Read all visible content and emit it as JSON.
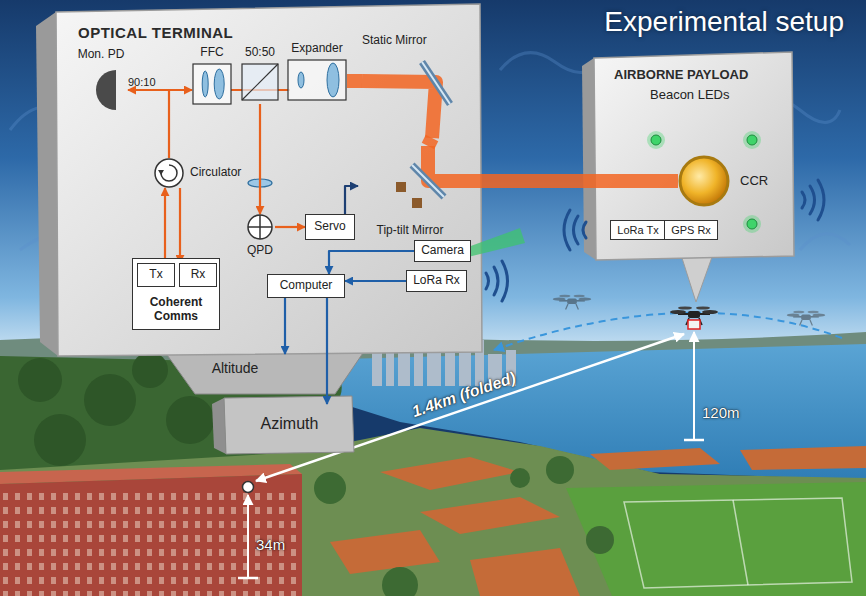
{
  "diagram": {
    "title": "Experimental setup",
    "nodes": [
      {
        "text": [
          "OPTICAL TERMINAL"
        ]
      },
      {
        "text": [
          "Mon. PD"
        ],
        "in": 0
      },
      {
        "text": [
          "FFC"
        ],
        "in": 0
      },
      {
        "text": [
          "50:50"
        ],
        "in": 0
      },
      {
        "text": [
          "Expander"
        ],
        "in": 0
      },
      {
        "text": [
          "Static Mirror"
        ],
        "in": 0
      },
      {
        "text": [
          "Circulator"
        ],
        "in": 0
      },
      {
        "text": [
          "QPD"
        ],
        "in": 0
      },
      {
        "text": [
          "Servo"
        ],
        "in": 0
      },
      {
        "text": [
          "Tip-tilt Mirror"
        ],
        "in": 0
      },
      {
        "text": [
          "Coherent Comms"
        ],
        "in": 0
      },
      {
        "text": [
          "Tx"
        ],
        "in": 10
      },
      {
        "text": [
          "Rx"
        ],
        "in": 10
      },
      {
        "text": [
          "Camera"
        ],
        "in": 0
      },
      {
        "text": [
          "Computer"
        ],
        "in": 0
      },
      {
        "text": [
          "LoRa Rx"
        ],
        "in": 0
      },
      {
        "text": [
          "Altitude"
        ]
      },
      {
        "text": [
          "Azimuth"
        ]
      },
      {
        "text": [
          "AIRBORNE PAYLOAD",
          "Beacon LEDs"
        ]
      },
      {
        "text": [
          "CCR"
        ],
        "in": 18
      },
      {
        "text": [
          "LoRa Tx"
        ],
        "in": 18
      },
      {
        "text": [
          "GPS Rx"
        ],
        "in": 18
      }
    ],
    "edges": [
      {
        "from": 2,
        "to": 1,
        "arrow": "to"
      },
      {
        "from": 6,
        "to": 2,
        "arrow": "to"
      },
      {
        "from": 11,
        "to": 6,
        "arrow": "to"
      },
      {
        "from": 6,
        "to": 12,
        "arrow": "to"
      },
      {
        "from": 3,
        "to": 7,
        "arrow": "to"
      },
      {
        "from": 7,
        "to": 8,
        "arrow": "to"
      },
      {
        "from": 8,
        "to": 9,
        "arrow": "to"
      },
      {
        "from": 4,
        "to": 5,
        "arrow": "none"
      },
      {
        "from": 5,
        "to": 9,
        "arrow": "none"
      },
      {
        "from": 9,
        "to": 19,
        "arrow": "none"
      },
      {
        "from": 13,
        "to": 14,
        "arrow": "to"
      },
      {
        "from": 15,
        "to": 14,
        "arrow": "to"
      },
      {
        "from": 14,
        "to": 16,
        "arrow": "to"
      },
      {
        "from": 14,
        "to": 17,
        "arrow": "to"
      }
    ],
    "labels": [
      "90:10",
      "1.4km (folded)",
      "120m",
      "34m"
    ]
  }
}
